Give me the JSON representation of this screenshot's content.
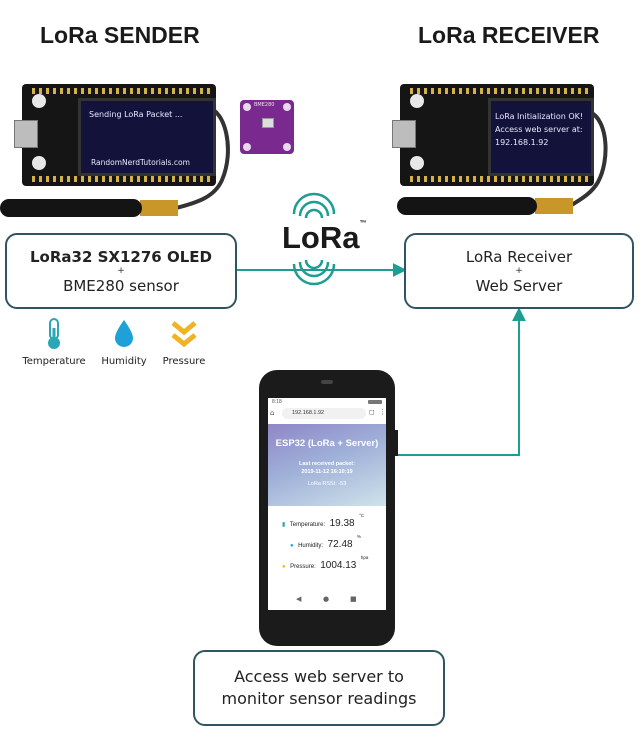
{
  "titles": {
    "sender": "LoRa SENDER",
    "receiver": "LoRa RECEIVER"
  },
  "sender_board": {
    "oled_line": "Sending LoRa Packet ...",
    "oled_footer": "RandomNerdTutorials.com",
    "sensor_chip_label": "BME280"
  },
  "receiver_board": {
    "oled_lines": [
      "LoRa Initialization OK!",
      "Access web server at:",
      "192.168.1.92"
    ]
  },
  "sender_box": {
    "line1": "LoRa32 SX1276 OLED",
    "plus": "+",
    "line2": "BME280 sensor"
  },
  "receiver_box": {
    "line1": "LoRa Receiver",
    "plus": "+",
    "line2": "Web Server"
  },
  "lora_logo": {
    "text": "LoRa",
    "tm": "™"
  },
  "sensor_icons": [
    {
      "label": "Temperature",
      "icon": "thermometer-icon",
      "color": "#2aa6b6"
    },
    {
      "label": "Humidity",
      "icon": "water-drop-icon",
      "color": "#1ea0d8"
    },
    {
      "label": "Pressure",
      "icon": "chevrons-down-icon",
      "color": "#f0b325"
    }
  ],
  "phone": {
    "status_time": "8:18",
    "url": "192.168.1.92",
    "header_title": "ESP32 (LoRa + Server)",
    "last_packet_label": "Last received packet:",
    "last_packet_time": "2019-11-12 16:10:19",
    "rssi": "LoRa RSSI: -53",
    "readings": [
      {
        "label": "Temperature:",
        "value": "19.38",
        "unit": "°C",
        "icon": "thermometer-icon"
      },
      {
        "label": "Humidity:",
        "value": "72.48",
        "unit": "%",
        "icon": "water-drop-icon"
      },
      {
        "label": "Pressure:",
        "value": "1004.13",
        "unit": "hpa",
        "icon": "pressure-icon"
      }
    ]
  },
  "access_box": {
    "line1": "Access web server to",
    "line2": "monitor sensor readings"
  },
  "colors": {
    "connector": "#1e9d92",
    "box_border": "#2f5563",
    "board": "#151515",
    "oled_bg": "#12123a"
  }
}
